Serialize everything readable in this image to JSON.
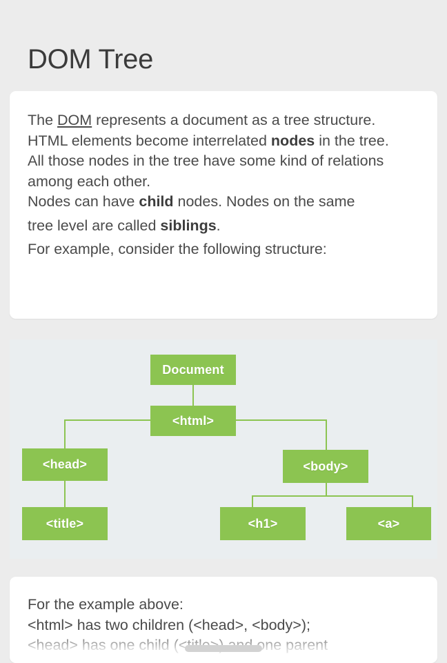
{
  "page": {
    "title": "DOM Tree",
    "background_color": "#ececec",
    "card_color": "#ffffff"
  },
  "intro_card": {
    "lines": [
      {
        "prefix": "The ",
        "link": "DOM",
        "suffix": " represents a document as a tree structure."
      },
      {
        "prefix": "HTML elements become interrelated ",
        "bold": "nodes",
        "suffix": " in the tree."
      },
      {
        "text": "All those nodes in the tree have some kind of relations among each other."
      },
      {
        "prefix": "Nodes can have ",
        "bold": "child",
        "suffix": " nodes. Nodes on the same"
      },
      {
        "prefix": "tree level are called ",
        "bold": "siblings",
        "suffix": "."
      },
      {
        "text": "For example, consider the following structure:"
      }
    ]
  },
  "diagram": {
    "background_color": "#eaeef0",
    "node_color": "#8cc451",
    "node_text_color": "#ffffff",
    "edge_color": "#8cc451",
    "nodes": [
      {
        "id": "document",
        "label": "Document"
      },
      {
        "id": "html",
        "label": "<html>"
      },
      {
        "id": "head",
        "label": "<head>"
      },
      {
        "id": "body",
        "label": "<body>"
      },
      {
        "id": "title",
        "label": "<title>"
      },
      {
        "id": "h1",
        "label": "<h1>"
      },
      {
        "id": "a",
        "label": "<a>"
      }
    ]
  },
  "outro_card": {
    "line1": "For the example above:",
    "line2": "<html> has two children (<head>, <body>);",
    "line3": "<head> has one child (<title>) and one parent"
  },
  "system": {
    "home_indicator": "home-indicator"
  }
}
